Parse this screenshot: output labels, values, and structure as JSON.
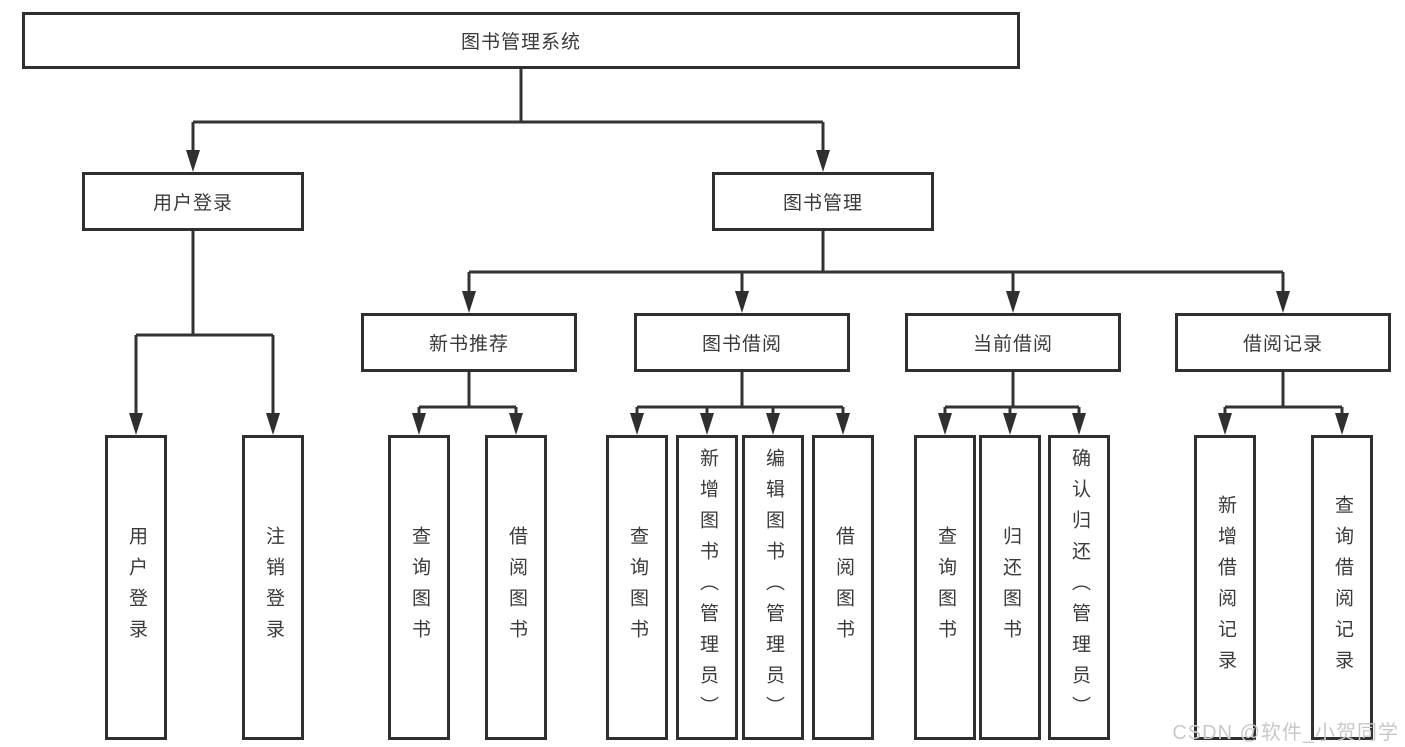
{
  "diagram": {
    "tree": {
      "label": "图书管理系统",
      "children": [
        {
          "label": "用户登录",
          "children": [
            {
              "label": "用户登录"
            },
            {
              "label": "注销登录"
            }
          ]
        },
        {
          "label": "图书管理",
          "children": [
            {
              "label": "新书推荐",
              "children": [
                {
                  "label": "查询图书"
                },
                {
                  "label": "借阅图书"
                }
              ]
            },
            {
              "label": "图书借阅",
              "children": [
                {
                  "label": "查询图书"
                },
                {
                  "label": "新增图书（管理员）"
                },
                {
                  "label": "编辑图书（管理员）"
                },
                {
                  "label": "借阅图书"
                }
              ]
            },
            {
              "label": "当前借阅",
              "children": [
                {
                  "label": "查询图书"
                },
                {
                  "label": "归还图书"
                },
                {
                  "label": "确认归还（管理员）"
                }
              ]
            },
            {
              "label": "借阅记录",
              "children": [
                {
                  "label": "新增借阅记录"
                },
                {
                  "label": "查询借阅记录"
                }
              ]
            }
          ]
        }
      ]
    },
    "watermark": "CSDN @软件_小贺同学",
    "colors": {
      "line": "#333333",
      "box_border": "#2f2f2f",
      "text": "#3a3a3a",
      "watermark": "#c9c9c9",
      "background": "#ffffff"
    }
  }
}
